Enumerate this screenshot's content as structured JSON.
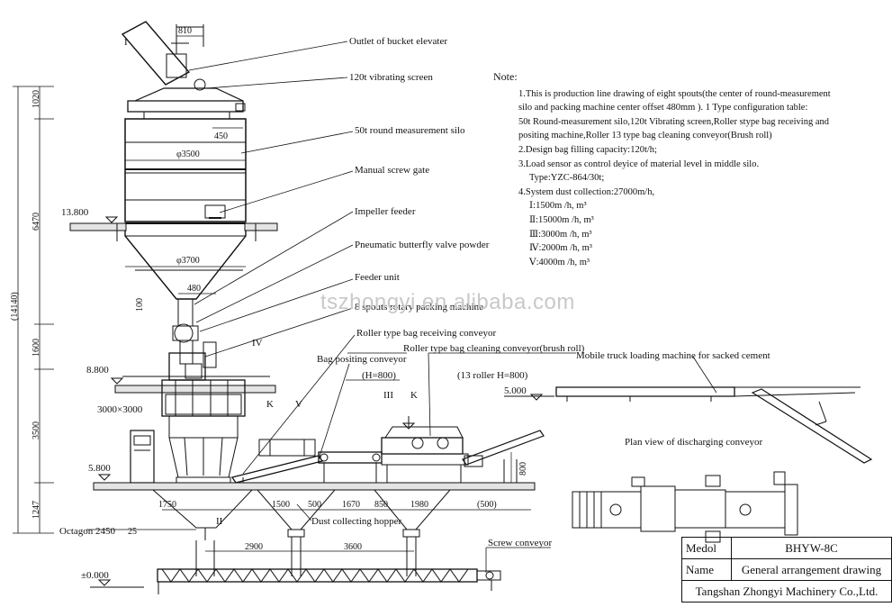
{
  "callouts": {
    "outlet_bucket": "Outlet of bucket elevater",
    "vibrating_screen": "120t vibrating screen",
    "measurement_silo": "50t round measurement silo",
    "screw_gate": "Manual screw gate",
    "impeller_feeder": "Impeller feeder",
    "butterfly_valve": "Pneumatic butterfly valve powder",
    "feeder_unit": "Feeder unit",
    "packing_machine": "8 spouts rotary packing machine",
    "roller_receiving": "Roller type bag receiving conveyor",
    "roller_cleaning": "Roller type bag cleaning conveyor(brush roll)",
    "bag_positing": "Bag positing conveyor",
    "bag_positing_h": "(H=800)",
    "thirteen_roller": "(13 roller  H=800)",
    "mobile_truck": "Mobile truck loading machine for sacked cement",
    "plan_view": "Plan view of discharging conveyor",
    "dust_hopper": "Dust collecting hopper",
    "screw_conveyor": "Screw conveyor"
  },
  "markers": {
    "m_I": "I",
    "m_II": "II",
    "m_III": "III",
    "m_IV": "IV",
    "m_K1": "K",
    "m_V": "V",
    "m_K2": "K"
  },
  "levels": {
    "l13800": "13.800",
    "l8800": "8.800",
    "l5800": "5.800",
    "l5000": "5.000",
    "l0000": "±0.000",
    "size3000": "3000×3000",
    "octagon": "Octagon 2450"
  },
  "dimensions": {
    "d810": "810",
    "d1020": "1020",
    "d450": "450",
    "d3500a": "φ3500",
    "d6470": "6470",
    "d3700": "φ3700",
    "d480": "480",
    "d100": "100",
    "d14140": "(14140)",
    "d1600": "1600",
    "d3500b": "3500",
    "d1247": "1247",
    "d25": "25",
    "d1750": "1750",
    "d1500": "1500",
    "d500": "500",
    "d1670": "1670",
    "d850": "850",
    "d1980": "1980",
    "d500b": "(500)",
    "d800": "800",
    "d2900": "2900",
    "d3600": "3600"
  },
  "notes": {
    "title": "Note:",
    "lines": [
      "1.This is production line drawing of eight spouts(the center of round-measurement",
      "silo and packing machine center offset 480mm ). 1 Type configuration table:",
      "50t Round-measurement silo,120t Vibrating screen,Roller stype bag receiving and",
      "positing machine,Roller 13 type bag cleaning conveyor(Brush roll)",
      "2.Design bag filling capacity:120t/h;",
      "3.Load sensor as control deyice of material level in middle silo.",
      "Type:YZC-864/30t;",
      "4.System dust collection:27000m/h,",
      "Ⅰ:1500m /h,  m³",
      "Ⅱ:15000m /h, m³",
      "Ⅲ:3000m /h,  m³",
      "Ⅳ:2000m /h, m³",
      "Ⅴ:4000m /h, m³"
    ]
  },
  "watermark": "tszhongyi.en.alibaba.com",
  "title_block": {
    "model_label": "Medol",
    "model_value": "BHYW-8C",
    "name_label": "Name",
    "name_value": "General arrangement drawing",
    "company": "Tangshan Zhongyi Machinery Co.,Ltd."
  }
}
